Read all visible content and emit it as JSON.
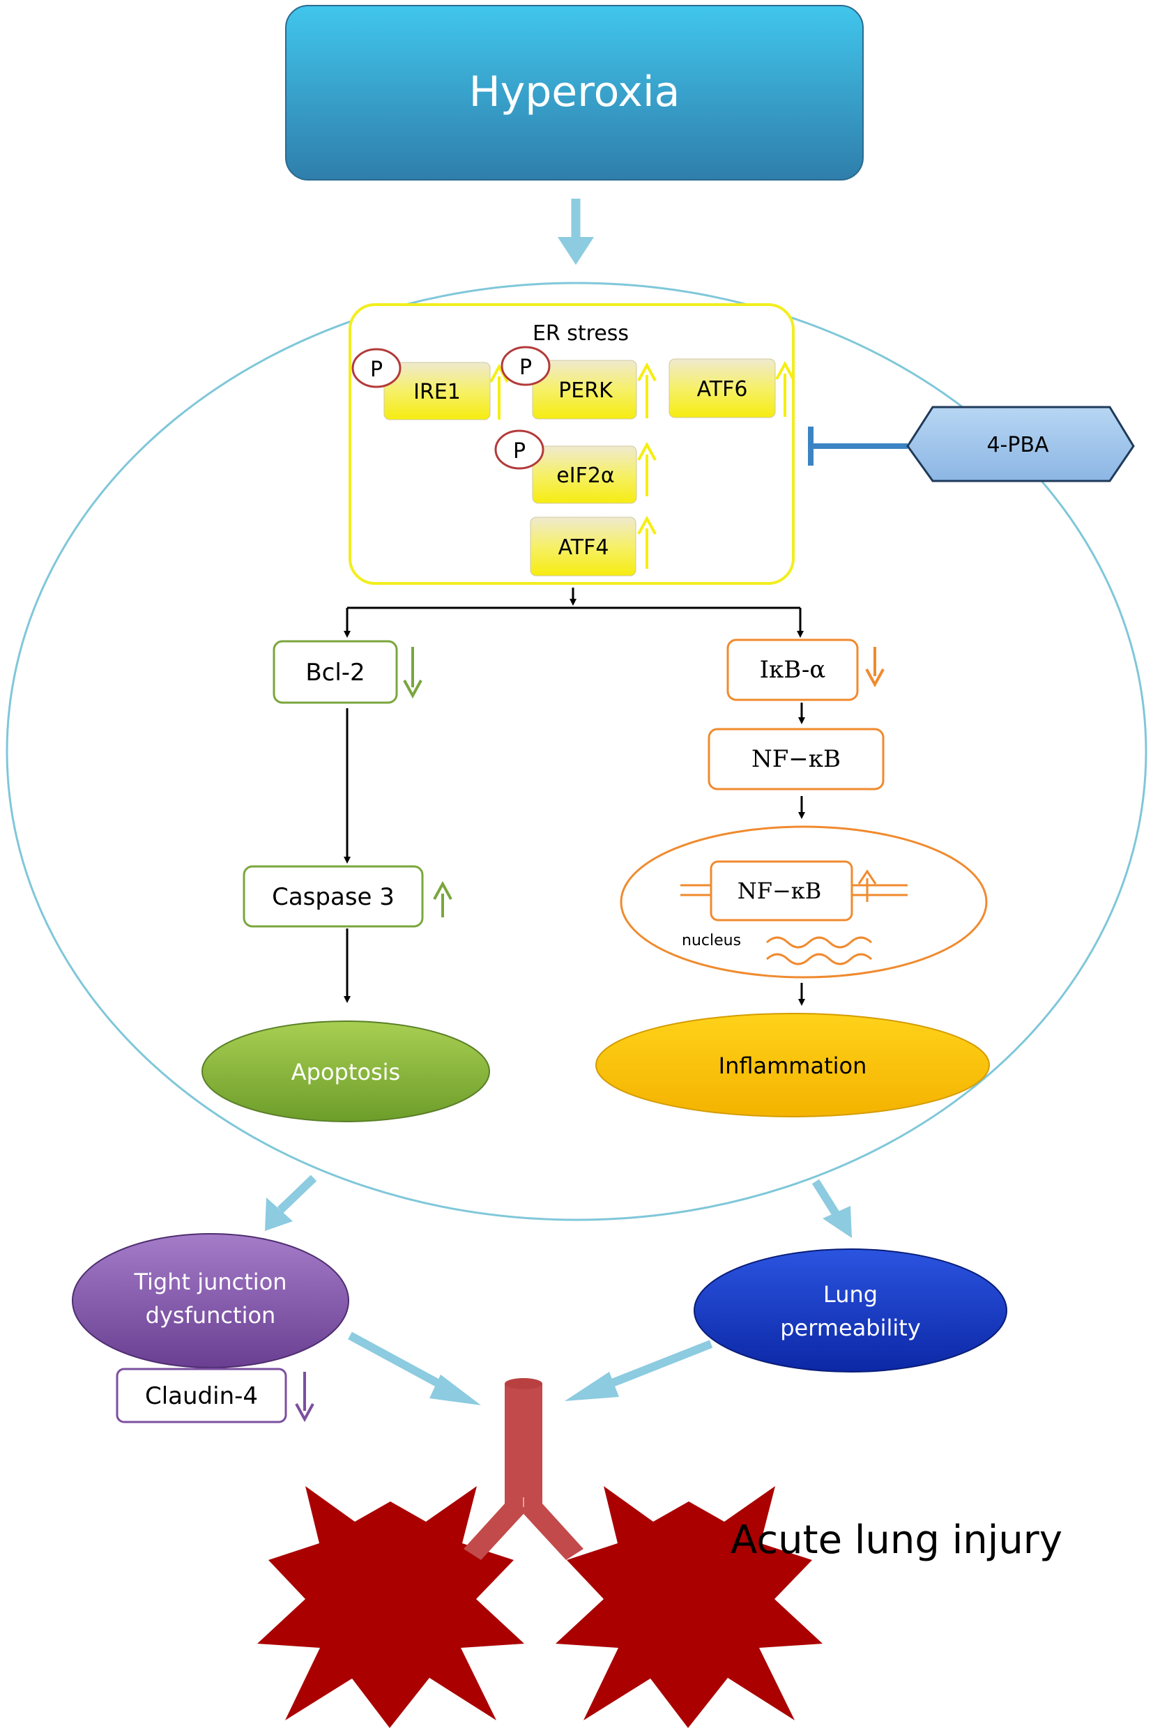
{
  "stimulus": {
    "label": "Hyperoxia"
  },
  "er_stress": {
    "title": "ER stress",
    "phospho_label": "P",
    "ire1": "IRE1",
    "perk": "PERK",
    "atf6": "ATF6",
    "eif2a": "eIF2α",
    "atf4": "ATF4"
  },
  "inhibitor": {
    "label": "4-PBA"
  },
  "apoptosis_branch": {
    "bcl2": "Bcl-2",
    "caspase3": "Caspase 3",
    "outcome": "Apoptosis"
  },
  "inflammation_branch": {
    "ikba": "IκB-α",
    "nfkb": "NF−κB",
    "nfkb_nuclear": "NF−κB",
    "nucleus_label": "nucleus",
    "outcome": "Inflammation"
  },
  "downstream": {
    "tight_junction_line1": "Tight junction",
    "tight_junction_line2": "dysfunction",
    "claudin4": "Claudin-4",
    "lung_perm_line1": "Lung",
    "lung_perm_line2": "permeability"
  },
  "final_outcome": {
    "label": "Acute lung injury"
  },
  "colors": {
    "er_box": "#f2ee1e",
    "up_arrow_er": "#f5ee10",
    "green": "#7aa63d",
    "orange": "#f08a2e",
    "purple": "#7b4fa0",
    "cell": "#7fc7d9",
    "flow_arrow": "#8ccbe0",
    "inhibitor_line": "#3b84c4",
    "lung": "#aa0000"
  }
}
